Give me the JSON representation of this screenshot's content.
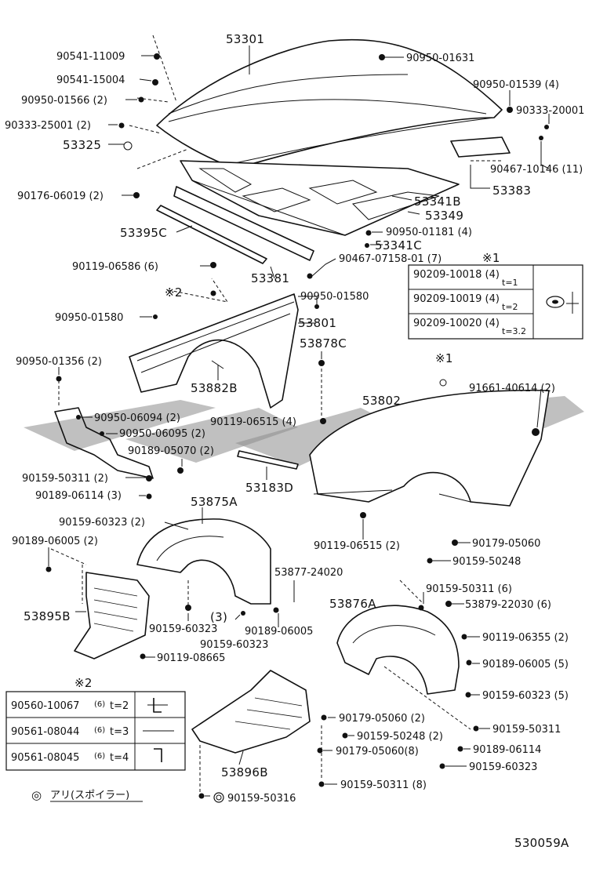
{
  "diagram_code": "530059A",
  "labels": [
    {
      "id": "l53301",
      "text": "53301"
    },
    {
      "id": "l9054111009",
      "text": "90541-11009"
    },
    {
      "id": "l9095001631",
      "text": "90950-01631"
    },
    {
      "id": "l9054115004",
      "text": "90541-15004"
    },
    {
      "id": "l9095001539",
      "text": "90950-01539 (4)"
    },
    {
      "id": "l9095001566",
      "text": "90950-01566 (2)"
    },
    {
      "id": "l9033320001",
      "text": "90333-20001"
    },
    {
      "id": "l9033325001",
      "text": "90333-25001 (2)"
    },
    {
      "id": "l53325",
      "text": "53325"
    },
    {
      "id": "l9046710146",
      "text": "90467-10146 (11)"
    },
    {
      "id": "l53383",
      "text": "53383"
    },
    {
      "id": "l9017606019",
      "text": "90176-06019 (2)"
    },
    {
      "id": "l53341b",
      "text": "53341B"
    },
    {
      "id": "l53349",
      "text": "53349"
    },
    {
      "id": "l53395c",
      "text": "53395C"
    },
    {
      "id": "l9095001181",
      "text": "90950-01181 (4)"
    },
    {
      "id": "l53341c",
      "text": "53341C"
    },
    {
      "id": "l9011906586",
      "text": "90119-06586 (6)"
    },
    {
      "id": "l53381",
      "text": "53381"
    },
    {
      "id": "l90467071580",
      "text": "90467-07158-01 (7)"
    },
    {
      "id": "l9095001580a",
      "text": "90950-01580"
    },
    {
      "id": "l9095001580b",
      "text": "90950-01580"
    },
    {
      "id": "l53801",
      "text": "53801"
    },
    {
      "id": "l53878c",
      "text": "53878C"
    },
    {
      "id": "l9095001356",
      "text": "90950-01356 (2)"
    },
    {
      "id": "l53882b",
      "text": "53882B"
    },
    {
      "id": "l9166140614",
      "text": "91661-40614 (2)"
    },
    {
      "id": "l53802",
      "text": "53802"
    },
    {
      "id": "l9095006094",
      "text": "90950-06094 (2)"
    },
    {
      "id": "l9011906515a",
      "text": "90119-06515 (4)"
    },
    {
      "id": "l9095006095",
      "text": "90950-06095 (2)"
    },
    {
      "id": "l9018905070",
      "text": "90189-05070 (2)"
    },
    {
      "id": "l9015950311a",
      "text": "90159-50311 (2)"
    },
    {
      "id": "l53183d",
      "text": "53183D"
    },
    {
      "id": "l9018906114a",
      "text": "90189-06114 (3)"
    },
    {
      "id": "l53875a",
      "text": "53875A"
    },
    {
      "id": "l9015960323a",
      "text": "90159-60323 (2)"
    },
    {
      "id": "l9011906515b",
      "text": "90119-06515 (2)"
    },
    {
      "id": "l9018906005a",
      "text": "90189-06005 (2)"
    },
    {
      "id": "l9017905060a",
      "text": "90179-05060"
    },
    {
      "id": "l9015950248a",
      "text": "90159-50248"
    },
    {
      "id": "l5387724020",
      "text": "53877-24020"
    },
    {
      "id": "l9015950311b",
      "text": "90159-50311 (6)"
    },
    {
      "id": "l53876a",
      "text": "53876A"
    },
    {
      "id": "l5387922030",
      "text": "53879-22030 (6)"
    },
    {
      "id": "l53895b",
      "text": "53895B"
    },
    {
      "id": "l3",
      "text": "(3)"
    },
    {
      "id": "l9015960323b",
      "text": "90159-60323"
    },
    {
      "id": "l9018906005b",
      "text": "90189-06005"
    },
    {
      "id": "l9015960323c",
      "text": "90159-60323"
    },
    {
      "id": "l9011906355",
      "text": "90119-06355 (2)"
    },
    {
      "id": "l9011908665",
      "text": "90119-08665"
    },
    {
      "id": "l9018906005c",
      "text": "90189-06005 (5)"
    },
    {
      "id": "l9015960323d",
      "text": "90159-60323 (5)"
    },
    {
      "id": "l9017905060b",
      "text": "90179-05060 (2)"
    },
    {
      "id": "l9015950311c",
      "text": "90159-50311"
    },
    {
      "id": "l9015950248b",
      "text": "90159-50248 (2)"
    },
    {
      "id": "l9018906114b",
      "text": "90189-06114"
    },
    {
      "id": "l9017905060c",
      "text": "90179-05060(8)"
    },
    {
      "id": "l9015960323e",
      "text": "90159-60323"
    },
    {
      "id": "l53896b",
      "text": "53896B"
    },
    {
      "id": "l9015950311d",
      "text": "90159-50311 (8)"
    },
    {
      "id": "l9015950316",
      "text": "90159-50316"
    }
  ],
  "markers": {
    "ref1": "※1",
    "ref2": "※2",
    "ref2_top": "※2",
    "ref1_mid": "※1"
  },
  "table1": {
    "rows": [
      {
        "part": "90209-10018 (4)",
        "t": "t=1"
      },
      {
        "part": "90209-10019 (4)",
        "t": "t=2"
      },
      {
        "part": "90209-10020 (4)",
        "t": "t=3.2"
      }
    ]
  },
  "table2": {
    "rows": [
      {
        "part": "90560-10067",
        "qty": "(6)",
        "t": "t=2"
      },
      {
        "part": "90561-08044",
        "qty": "(6)",
        "t": "t=3"
      },
      {
        "part": "90561-08045",
        "qty": "(6)",
        "t": "t=4"
      }
    ]
  },
  "legend": {
    "symbol": "◎",
    "text": "アリ(スポイラー)"
  },
  "icons": [
    "hood-panel",
    "hood-hinge",
    "fender-liner",
    "spoiler-symbol-icon"
  ]
}
